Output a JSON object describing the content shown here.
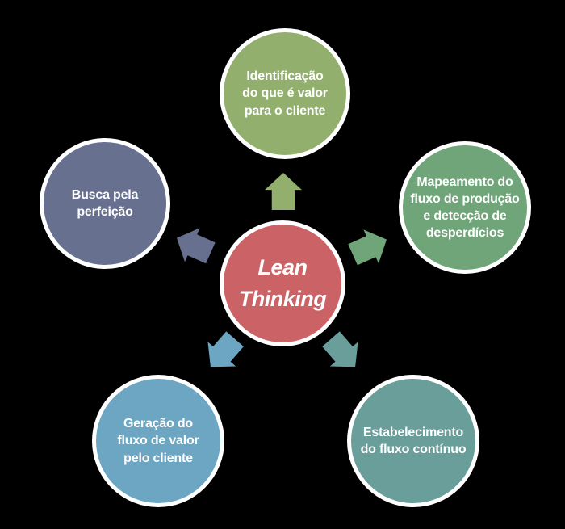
{
  "diagram": {
    "background_color": "#000000",
    "center": {
      "label": "Lean\nThinking",
      "color": "#CB6266",
      "text_color": "#FFFFFF"
    },
    "nodes": [
      {
        "id": "identificacao",
        "label": "Identificação\ndo que é valor\npara o cliente",
        "color": "#93AF6E"
      },
      {
        "id": "mapeamento",
        "label": "Mapeamento do\nfluxo de produção\ne detecção de\ndesperdícios",
        "color": "#6FA578"
      },
      {
        "id": "estabelecimento",
        "label": "Estabelecimento\ndo fluxo contínuo",
        "color": "#699E9B"
      },
      {
        "id": "geracao",
        "label": "Geração do\nfluxo de valor\npelo cliente",
        "color": "#6CA6C3"
      },
      {
        "id": "busca",
        "label": "Busca pela\nperfeição",
        "color": "#67718F"
      }
    ],
    "arrows": [
      {
        "id": "arrow-to-identificacao",
        "direction": "up",
        "color": "#93AF6E"
      },
      {
        "id": "arrow-to-mapeamento",
        "direction": "upper-right",
        "color": "#6FA578"
      },
      {
        "id": "arrow-to-estabelecimento",
        "direction": "lower-right",
        "color": "#699E9B"
      },
      {
        "id": "arrow-to-geracao",
        "direction": "lower-left",
        "color": "#6CA6C3"
      },
      {
        "id": "arrow-to-busca",
        "direction": "upper-left",
        "color": "#67718F"
      }
    ]
  }
}
